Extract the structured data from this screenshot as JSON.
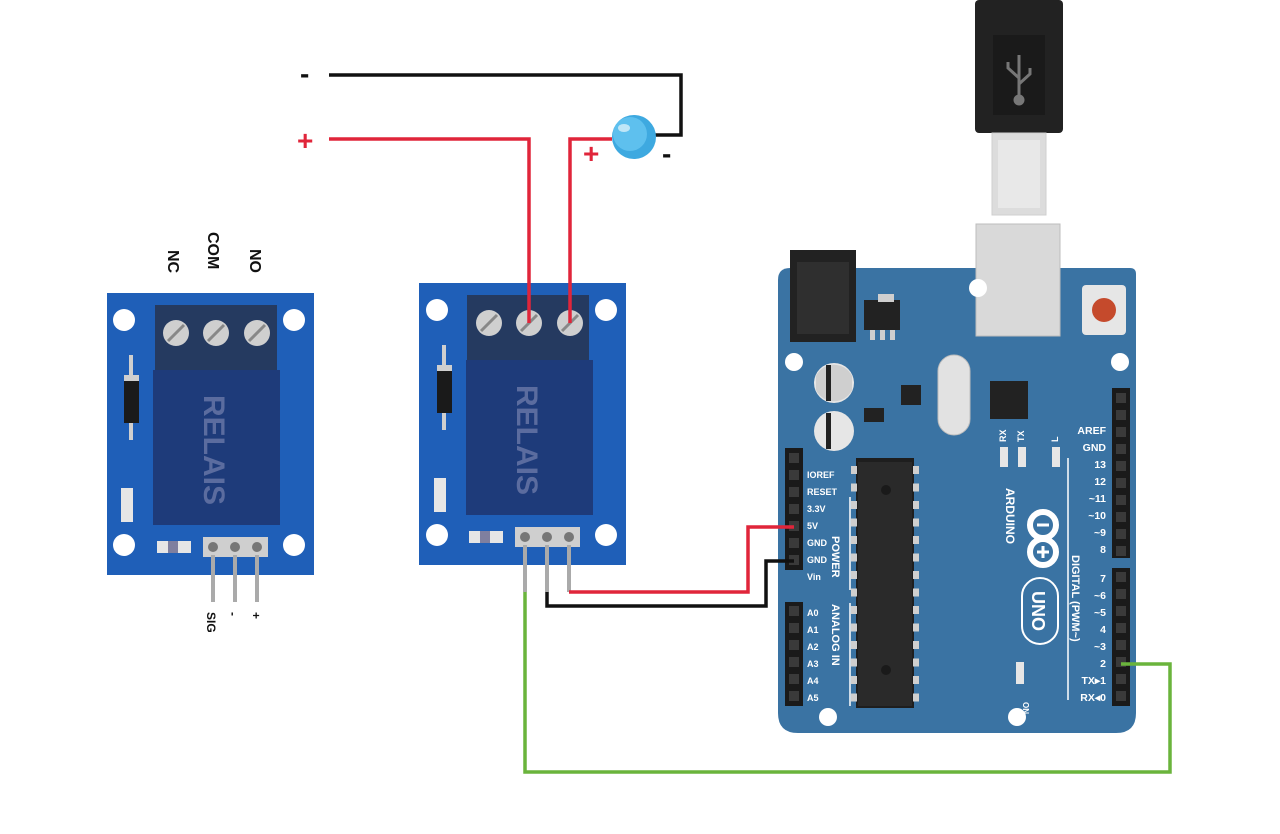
{
  "colors": {
    "board": "#1f5fb8",
    "relay_body": "#1e3b7a",
    "terminal": "#253a60",
    "arduino": "#3a73a3",
    "wire_red": "#e0253a",
    "wire_black": "#111111",
    "wire_green": "#6ab43c",
    "led": "#3ea9e0"
  },
  "relay_left": {
    "terminal_labels": [
      "NC",
      "COM",
      "NO"
    ],
    "body_text": "RELAIS",
    "pin_labels": [
      "SIG",
      "-",
      "+"
    ]
  },
  "relay_right": {
    "body_text": "RELAIS"
  },
  "supply": {
    "minus": "-",
    "plus": "+"
  },
  "led": {
    "plus": "+",
    "minus": "-"
  },
  "arduino": {
    "power_pins": [
      "IOREF",
      "RESET",
      "3.3V",
      "5V",
      "GND",
      "GND",
      "Vin"
    ],
    "power_header": "POWER",
    "analog_pins": [
      "A0",
      "A1",
      "A2",
      "A3",
      "A4",
      "A5"
    ],
    "analog_header": "ANALOG IN",
    "digital_top": [
      "AREF",
      "GND",
      "13",
      "12",
      "~11",
      "~10",
      "~9",
      "8"
    ],
    "digital_bottom": [
      "7",
      "~6",
      "~5",
      "4",
      "~3",
      "2",
      "TX▸1",
      "RX◂0"
    ],
    "digital_header": "DIGITAL (PWM~)",
    "brand": "ARDUINO",
    "model": "UNO",
    "led_labels": [
      "RX",
      "TX",
      "L"
    ],
    "on_label": "ON"
  }
}
